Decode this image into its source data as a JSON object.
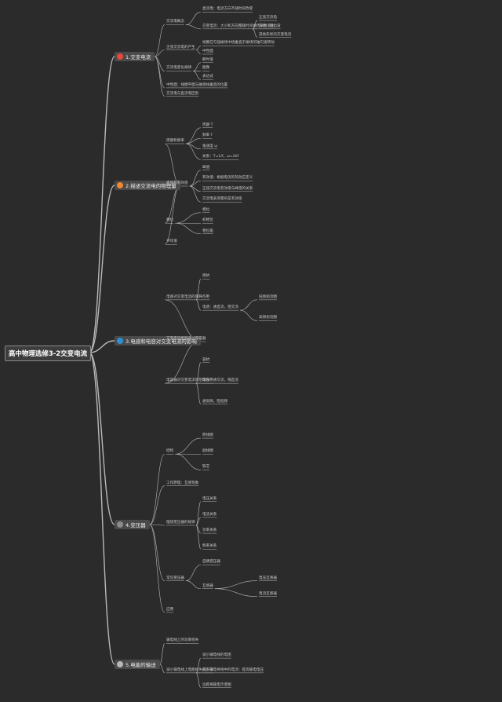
{
  "root": {
    "label": "高中物理选修3-2交变电流"
  },
  "colors": {
    "background": "#2b2b2b",
    "line": "#b9b9b9",
    "text": "#c9c9c9",
    "branch_dots": [
      "#e8473a",
      "#f0872c",
      "#2e8fd6",
      "#8b8b8b",
      "#b7b7b7"
    ]
  },
  "branches": [
    {
      "label": "1.交变电流",
      "nodes": [
        {
          "text": "交流电概念",
          "children": [
            {
              "text": "直流电：电流方向不随时间改变"
            },
            {
              "text": "交变电流：大小和方向都随时间做周期性变化",
              "children": [
                {
                  "text": "正弦交流电"
                },
                {
                  "text": "方波、锯齿波"
                },
                {
                  "text": "其他形状的交变电流"
                }
              ]
            }
          ]
        },
        {
          "text": "正弦交流电的产生",
          "children": [
            {
              "text": "线圈在匀强磁场中绕垂直于磁场的轴匀速转动"
            },
            {
              "text": "中性面"
            }
          ]
        },
        {
          "text": "交流电变化规律",
          "children": [
            {
              "text": "瞬时值"
            },
            {
              "text": "图像"
            },
            {
              "text": "表达式"
            }
          ]
        },
        {
          "text": "中性面：线圈平面与磁感线垂直的位置"
        },
        {
          "text": "交流电与直流电区别"
        }
      ]
    },
    {
      "label": "2.描述交流电的物理量",
      "nodes": [
        {
          "text": "周期和频率",
          "children": [
            {
              "text": "周期 T"
            },
            {
              "text": "频率 f"
            },
            {
              "text": "角速度 ω"
            },
            {
              "text": "关系：T=1/f，ω=2πf"
            }
          ]
        },
        {
          "text": "峰值和有效值",
          "children": [
            {
              "text": "峰值"
            },
            {
              "text": "有效值：根据电流的热效应定义"
            },
            {
              "text": "正弦交流电有效值与峰值的关系"
            },
            {
              "text": "交流电表测量的是有效值"
            }
          ]
        },
        {
          "text": "相位",
          "children": [
            {
              "text": "相位"
            },
            {
              "text": "初相位"
            },
            {
              "text": "相位差"
            }
          ]
        },
        {
          "text": "平均值"
        }
      ]
    },
    {
      "label": "3.电感和电容对交变电流的影响",
      "nodes": [
        {
          "text": "电感对交变电流的阻碍作用",
          "children": [
            {
              "text": "感抗"
            },
            {
              "text": "电感：通直流，阻交流",
              "children": [
                {
                  "text": "低频扼流圈"
                },
                {
                  "text": "高频扼流圈"
                }
              ]
            }
          ]
        },
        {
          "text": "交变电流能够通过电容器"
        },
        {
          "text": "电容器对交变电流的阻碍作用",
          "children": [
            {
              "text": "容抗"
            },
            {
              "text": "电容：通交流，隔直流"
            },
            {
              "text": "通高频，阻低频"
            }
          ]
        }
      ]
    },
    {
      "label": "4.变压器",
      "nodes": [
        {
          "text": "结构",
          "children": [
            {
              "text": "原线圈"
            },
            {
              "text": "副线圈"
            },
            {
              "text": "铁芯"
            }
          ]
        },
        {
          "text": "工作原理：互感现象"
        },
        {
          "text": "理想变压器的规律",
          "children": [
            {
              "text": "电压关系"
            },
            {
              "text": "电流关系"
            },
            {
              "text": "功率关系"
            },
            {
              "text": "频率关系"
            }
          ]
        },
        {
          "text": "常见变压器",
          "children": [
            {
              "text": "自耦变压器"
            },
            {
              "text": "互感器",
              "children": [
                {
                  "text": "电压互感器"
                },
                {
                  "text": "电流互感器"
                }
              ]
            }
          ]
        },
        {
          "text": "应用"
        }
      ]
    },
    {
      "label": "5.电能的输送",
      "nodes": [
        {
          "text": "输电线上的功率损失"
        },
        {
          "text": "减小输电线上电能损失的方法",
          "children": [
            {
              "text": "减小输电线的电阻"
            },
            {
              "text": "减小输电导线中的电流：提高输电电压"
            },
            {
              "text": "远距离输电示意图"
            }
          ]
        }
      ]
    }
  ]
}
